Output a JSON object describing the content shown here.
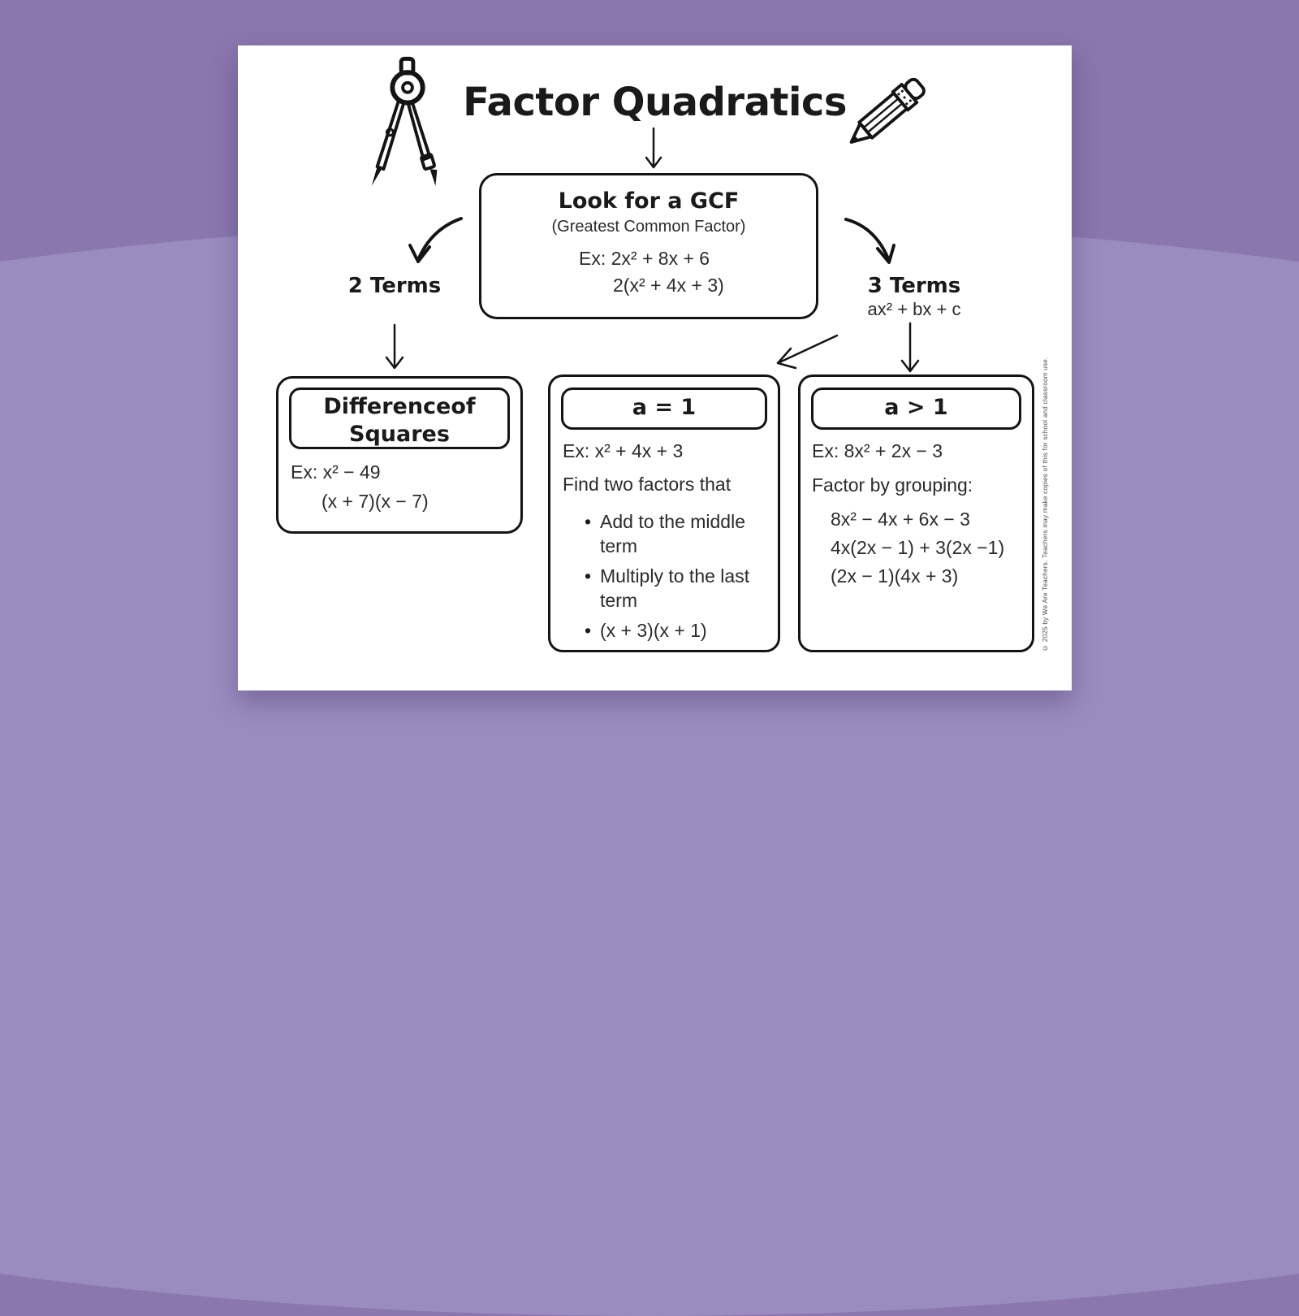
{
  "poster": {
    "title": "Factor Quadratics",
    "copyright": "© 2025 by We Are Teachers. Teachers may make copies of this for school and classroom use."
  },
  "colors": {
    "background": "#8977AD",
    "background_light": "#9A8CBE",
    "paper": "#FFFFFF",
    "ink": "#141414"
  },
  "icons": {
    "left": "compass-icon",
    "right": "pencil-icon"
  },
  "gcf_box": {
    "title": "Look for a GCF",
    "subtitle": "(Greatest Common Factor)",
    "example_line1": "Ex: 2x² + 8x + 6",
    "example_line2": "2(x² + 4x + 3)"
  },
  "branch_left": {
    "label": "2 Terms"
  },
  "branch_right": {
    "label": "3 Terms",
    "formula": "ax² + bx + c"
  },
  "difference_box": {
    "title_line1": "Differenceof",
    "title_line2": "Squares",
    "example_line1": "Ex: x² − 49",
    "example_line2": "(x + 7)(x − 7)"
  },
  "a_equals_1_box": {
    "title": "a = 1",
    "example": "Ex: x² + 4x + 3",
    "intro": "Find two factors that",
    "bullets": [
      "Add to the middle term",
      "Multiply to the last term",
      "(x + 3)(x + 1)"
    ]
  },
  "a_greater_1_box": {
    "title": "a > 1",
    "example": "Ex: 8x² + 2x − 3",
    "intro": "Factor by grouping:",
    "steps": [
      "8x² − 4x + 6x − 3",
      "4x(2x − 1) + 3(2x −1)",
      "(2x − 1)(4x + 3)"
    ]
  }
}
